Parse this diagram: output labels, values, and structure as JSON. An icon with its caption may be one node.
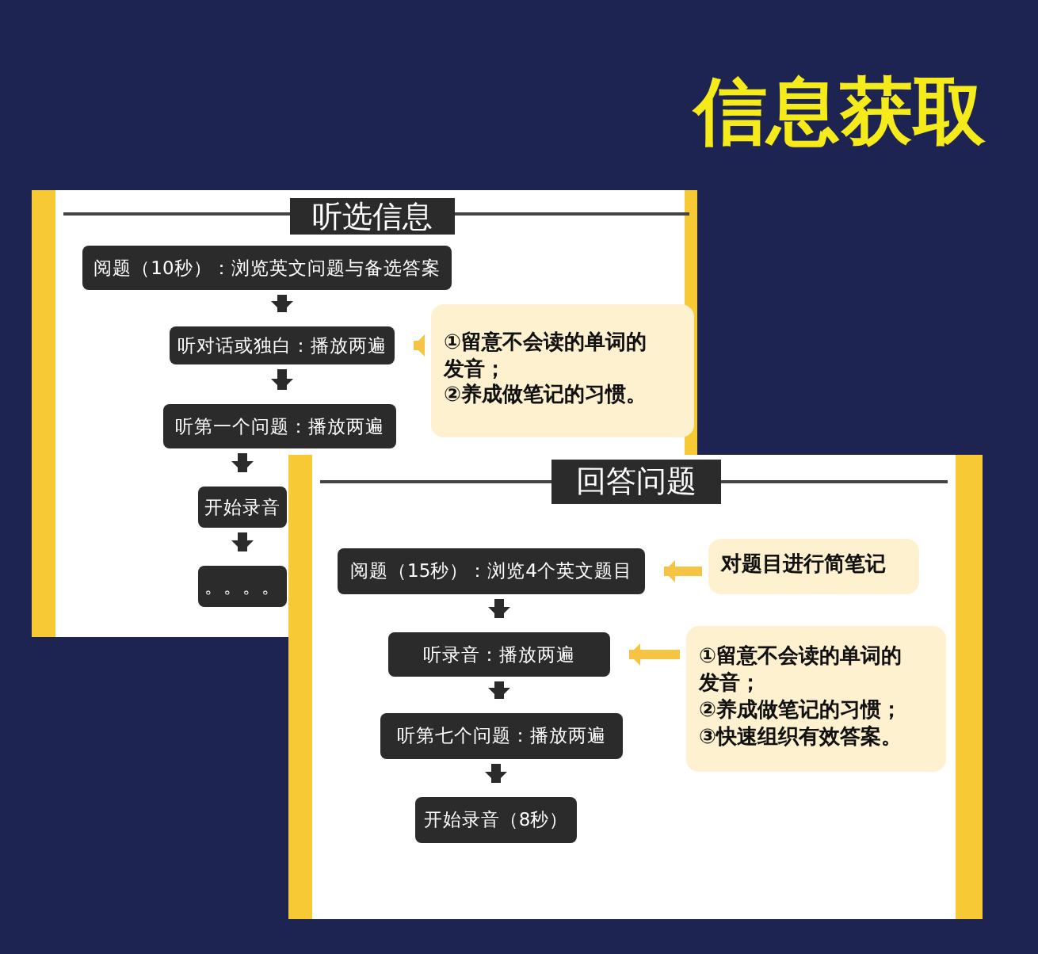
{
  "diagram": {
    "title": "信息获取",
    "nodes": [
      {
        "text": [
          "听选信息"
        ]
      },
      {
        "text": [
          "阅题（10秒）：浏览英文问题与备选答案"
        ]
      },
      {
        "text": [
          "听对话或独白：播放两遍"
        ]
      },
      {
        "text": [
          "听第一个问题：播放两遍"
        ]
      },
      {
        "text": [
          "开始录音"
        ]
      },
      {
        "text": [
          "。。。。"
        ]
      },
      {
        "text": [
          "①留意不会读的单词的发音；",
          "②养成做笔记的习惯。"
        ]
      },
      {
        "text": [
          "回答问题"
        ]
      },
      {
        "text": [
          "阅题（15秒）：浏览4个英文题目"
        ]
      },
      {
        "text": [
          "听录音：播放两遍"
        ]
      },
      {
        "text": [
          "听第七个问题：播放两遍"
        ]
      },
      {
        "text": [
          "开始录音（8秒）"
        ]
      },
      {
        "text": [
          "对题目进行简笔记"
        ]
      },
      {
        "text": [
          "①留意不会读的单词的发音；",
          "②养成做笔记的习惯；",
          "③快速组织有效答案。"
        ]
      }
    ],
    "edges": [
      {
        "from": 1,
        "to": 2,
        "arrow": "to"
      },
      {
        "from": 2,
        "to": 3,
        "arrow": "to"
      },
      {
        "from": 3,
        "to": 4,
        "arrow": "to"
      },
      {
        "from": 4,
        "to": 5,
        "arrow": "to"
      },
      {
        "from": 6,
        "to": 2,
        "arrow": "to",
        "color": "#f6c445"
      },
      {
        "from": 8,
        "to": 9,
        "arrow": "to"
      },
      {
        "from": 9,
        "to": 10,
        "arrow": "to"
      },
      {
        "from": 10,
        "to": 11,
        "arrow": "to"
      },
      {
        "from": 12,
        "to": 8,
        "arrow": "to",
        "color": "#f6c445"
      },
      {
        "from": 13,
        "to": 9,
        "arrow": "to",
        "color": "#f6c445"
      }
    ]
  }
}
